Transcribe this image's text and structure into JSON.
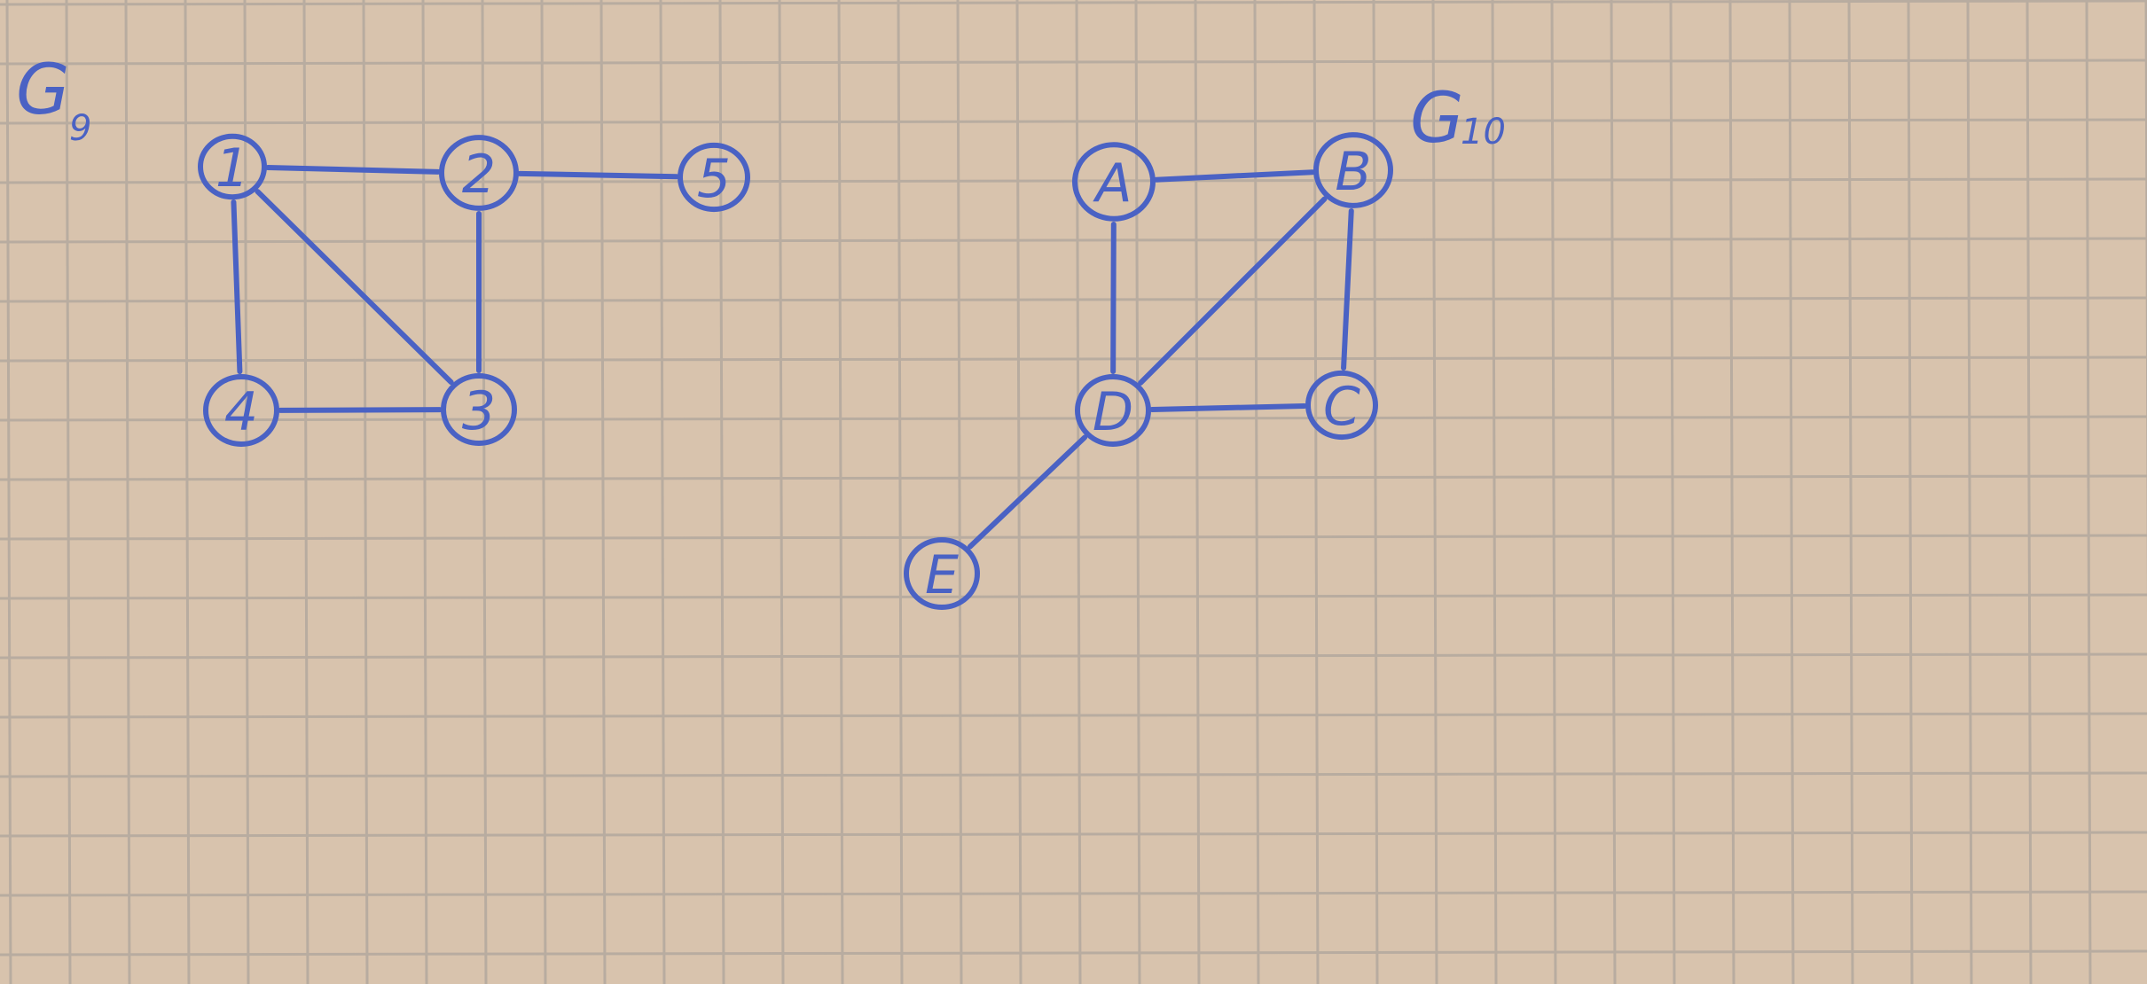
{
  "colors": {
    "paper": "#d8c3ad",
    "grid": "#b8aca0",
    "ink": "#4a62c4"
  },
  "graphs": [
    {
      "id": "g9",
      "title": "G",
      "subscript": "9",
      "nodes": [
        {
          "id": "1",
          "label": "1"
        },
        {
          "id": "2",
          "label": "2"
        },
        {
          "id": "3",
          "label": "3"
        },
        {
          "id": "4",
          "label": "4"
        },
        {
          "id": "5",
          "label": "5"
        }
      ],
      "edges": [
        {
          "from": "1",
          "to": "2"
        },
        {
          "from": "2",
          "to": "5"
        },
        {
          "from": "1",
          "to": "4"
        },
        {
          "from": "1",
          "to": "3"
        },
        {
          "from": "2",
          "to": "3"
        },
        {
          "from": "4",
          "to": "3"
        }
      ]
    },
    {
      "id": "g10",
      "title": "G",
      "subscript": "10",
      "nodes": [
        {
          "id": "A",
          "label": "A"
        },
        {
          "id": "B",
          "label": "B"
        },
        {
          "id": "C",
          "label": "C"
        },
        {
          "id": "D",
          "label": "D"
        },
        {
          "id": "E",
          "label": "E"
        }
      ],
      "edges": [
        {
          "from": "A",
          "to": "B"
        },
        {
          "from": "A",
          "to": "D"
        },
        {
          "from": "B",
          "to": "D"
        },
        {
          "from": "B",
          "to": "C"
        },
        {
          "from": "D",
          "to": "C"
        },
        {
          "from": "D",
          "to": "E"
        }
      ]
    }
  ]
}
